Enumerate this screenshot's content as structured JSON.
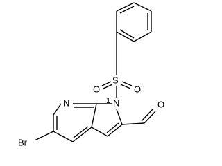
{
  "molecule": {
    "atoms": {
      "n_pyridine": "N",
      "n_pyrrole": "N",
      "locant": "1",
      "sulfur": "S",
      "oxygen_left": "O",
      "oxygen_right": "O",
      "oxygen_aldehyde": "O",
      "bromine": "Br"
    }
  }
}
